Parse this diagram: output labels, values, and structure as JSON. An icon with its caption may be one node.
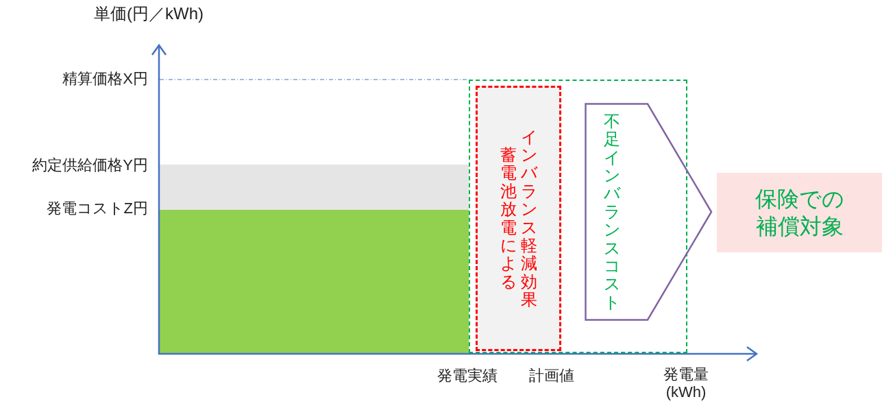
{
  "diagram": {
    "nodes": [
      {
        "text": [],
        "shape": "box"
      },
      {
        "text": [
          "蓄電池放電による",
          "インバランス軽減効果"
        ],
        "in": 0
      },
      {
        "text": [
          "不足インバランスコスト"
        ]
      },
      {
        "text": [
          "保険での補償対象"
        ]
      }
    ],
    "labels": [
      "単価(円／kWh)",
      "精算価格X円",
      "約定供給価格Y円",
      "発電コストZ円",
      "発電実績",
      "計画値",
      "発電量 (kWh)"
    ]
  }
}
